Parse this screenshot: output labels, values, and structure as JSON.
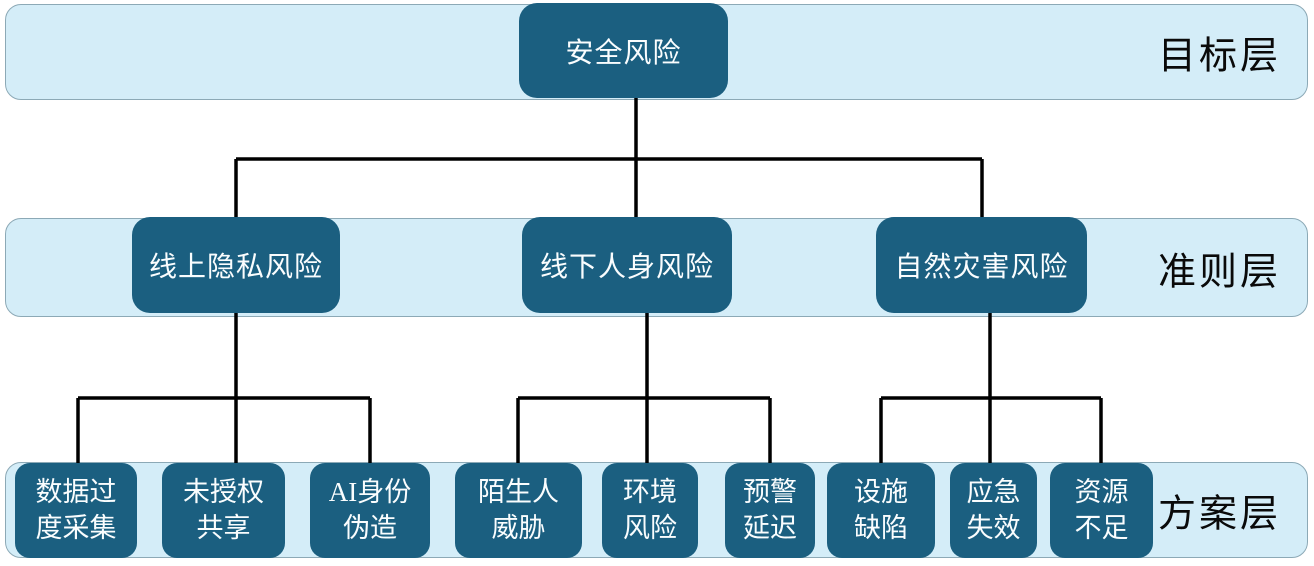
{
  "layers": [
    {
      "id": "goal",
      "label": "目标层"
    },
    {
      "id": "criteria",
      "label": "准则层"
    },
    {
      "id": "scheme",
      "label": "方案层"
    }
  ],
  "goal_node": {
    "label": "安全风险"
  },
  "criteria_nodes": [
    {
      "label": "线上隐私风险"
    },
    {
      "label": "线下人身风险"
    },
    {
      "label": "自然灾害风险"
    }
  ],
  "scheme_nodes": [
    {
      "label": "数据过度采集",
      "lines": [
        "数据过",
        "度采集"
      ],
      "parent": "线上隐私风险"
    },
    {
      "label": "未授权共享",
      "lines": [
        "未授权",
        "共享"
      ],
      "parent": "线上隐私风险"
    },
    {
      "label": "AI身份伪造",
      "lines": [
        "AI身份",
        "伪造"
      ],
      "parent": "线上隐私风险"
    },
    {
      "label": "陌生人威胁",
      "lines": [
        "陌生人",
        "威胁"
      ],
      "parent": "线下人身风险"
    },
    {
      "label": "环境风险",
      "lines": [
        "环境",
        "风险"
      ],
      "parent": "线下人身风险"
    },
    {
      "label": "预警延迟",
      "lines": [
        "预警",
        "延迟"
      ],
      "parent": "线下人身风险"
    },
    {
      "label": "设施缺陷",
      "lines": [
        "设施",
        "缺陷"
      ],
      "parent": "自然灾害风险"
    },
    {
      "label": "应急失效",
      "lines": [
        "应急",
        "失效"
      ],
      "parent": "自然灾害风险"
    },
    {
      "label": "资源不足",
      "lines": [
        "资源",
        "不足"
      ],
      "parent": "自然灾害风险"
    }
  ],
  "colors": {
    "node_fill": "#1b5f80",
    "node_text": "#fafdfe",
    "band_fill": "#d4edf8",
    "band_border": "#8ca9b6",
    "connector": "#000000",
    "layer_label_text": "#0a0a0a"
  }
}
